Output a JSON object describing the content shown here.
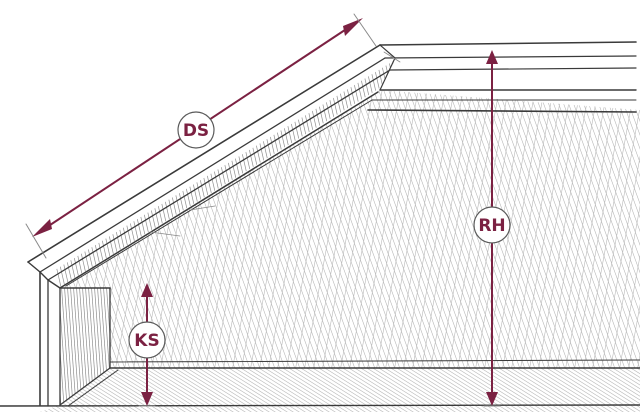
{
  "labels": {
    "ds": "DS",
    "rh": "RH",
    "ks": "KS"
  },
  "colors": {
    "accent": "#7b2142",
    "pencil": "#3a3a3a",
    "shading": "#b9b9b9",
    "background": "#ffffff"
  }
}
